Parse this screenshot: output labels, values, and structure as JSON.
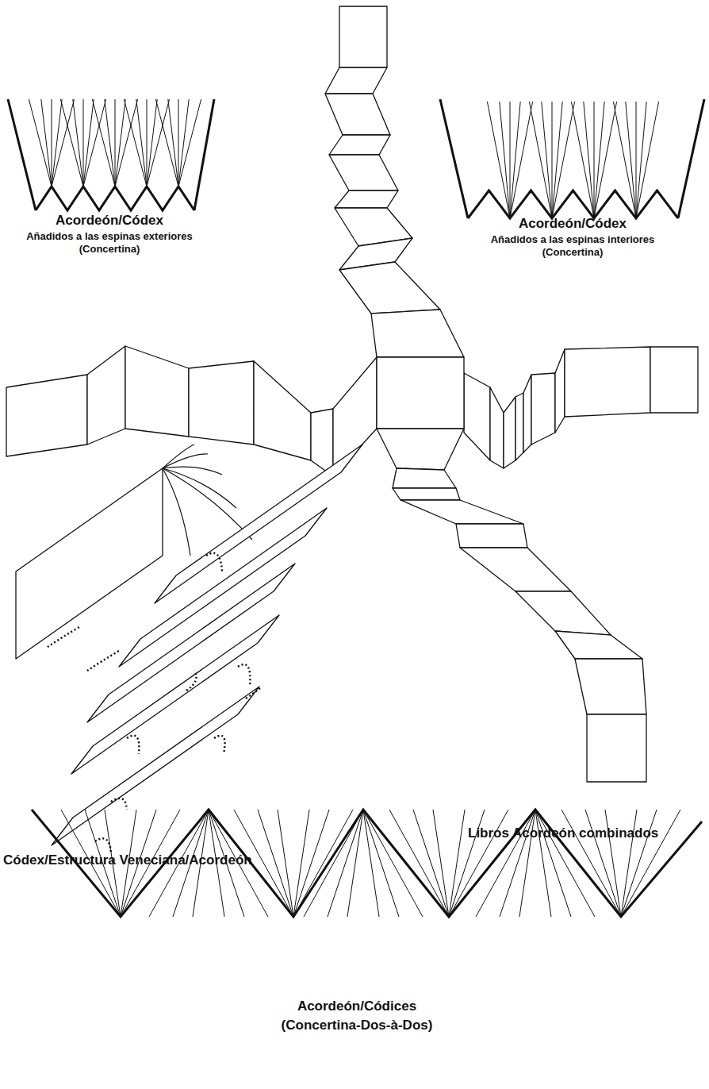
{
  "diagram": {
    "labels": [
      "Acordeón/Códex",
      "Añadidos a las espinas exteriores (Concertina)",
      "Acordeón/Códex",
      "Añadidos a las espinas interiores (Concertina)",
      "Libros Acordeón combinados",
      "Códex/Estructura Veneciana/Acordeón",
      "Acordeón/Códices",
      "(Concertina-Dos-à-Dos)"
    ]
  }
}
